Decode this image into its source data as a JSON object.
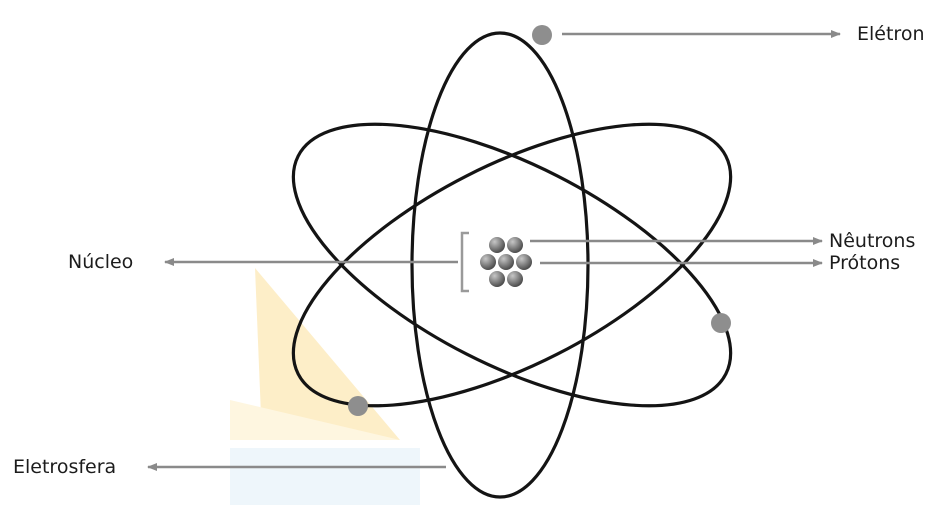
{
  "labels": {
    "electron": "Elétron",
    "neutrons": "Nêutrons",
    "protons": "Prótons",
    "nucleus": "Núcleo",
    "electrosphere": "Eletrosfera"
  },
  "colors": {
    "orbit": "#141414",
    "electron": "#8e8e8e",
    "arrow": "#8a8a8a",
    "bracket": "#9a9a9a",
    "nucleon_light": "#c7c7c7",
    "nucleon_dark": "#4d4d4d",
    "watermark_yellow": "#fdeec8",
    "watermark_blue": "#e7f2fa"
  }
}
